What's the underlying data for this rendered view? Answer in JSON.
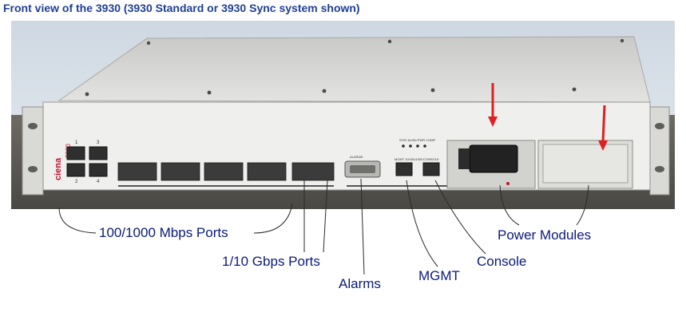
{
  "figure": {
    "title": "Front view of the 3930 (3930 Standard or 3930 Sync system shown)"
  },
  "device": {
    "brand_text": "ciena",
    "model_text": "3930",
    "port_group_1": "1",
    "port_group_3": "3",
    "port_group_2": "2",
    "port_group_4": "4",
    "alarm_header": "ALARMS",
    "mgmt_header": "MGMT 10/100/1000",
    "console_header": "CONSOLE",
    "led_header": "STAT ALRM PWR COMP"
  },
  "callouts": {
    "ports_1g": "100/1000 Mbps Ports",
    "ports_10g": "1/10 Gbps Ports",
    "alarms": "Alarms",
    "mgmt": "MGMT",
    "console": "Console",
    "power_modules": "Power Modules"
  },
  "colors": {
    "title": "#1f3f96",
    "callout_text": "#0a1a7a",
    "arrow": "#e02020",
    "brand": "#c8102e"
  }
}
